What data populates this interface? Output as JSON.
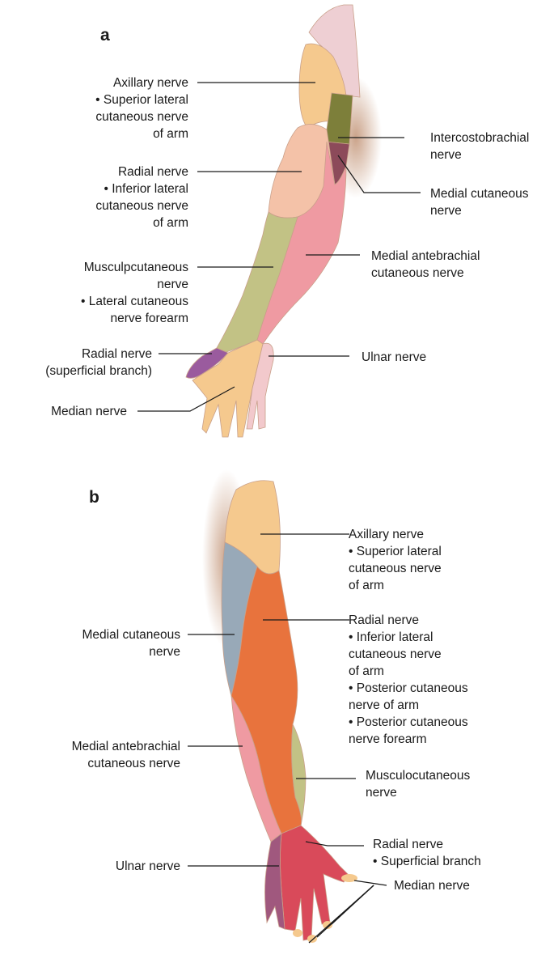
{
  "panels": [
    {
      "letter": "a",
      "labels": [
        {
          "id": "a-axillary",
          "lines": [
            "Axillary nerve",
            "• Superior lateral",
            "cutaneous nerve",
            "of arm"
          ]
        },
        {
          "id": "a-radial",
          "lines": [
            "Radial nerve",
            "• Inferior lateral",
            "cutaneous nerve",
            "of arm"
          ]
        },
        {
          "id": "a-musculo",
          "lines": [
            "Musculpcutaneous",
            "nerve",
            "• Lateral cutaneous",
            "nerve forearm"
          ]
        },
        {
          "id": "a-radial-sup",
          "lines": [
            "Radial nerve",
            "(superficial branch)"
          ]
        },
        {
          "id": "a-median",
          "lines": [
            "Median nerve"
          ]
        },
        {
          "id": "a-intercosto",
          "lines": [
            "Intercostobrachial",
            "nerve"
          ]
        },
        {
          "id": "a-medial-cut",
          "lines": [
            "Medial cutaneous",
            "nerve"
          ]
        },
        {
          "id": "a-medial-ante",
          "lines": [
            "Medial antebrachial",
            "cutaneous nerve"
          ]
        },
        {
          "id": "a-ulnar",
          "lines": [
            "Ulnar nerve"
          ]
        }
      ]
    },
    {
      "letter": "b",
      "labels": [
        {
          "id": "b-axillary",
          "lines": [
            "Axillary nerve",
            "• Superior lateral",
            "cutaneous nerve",
            "of arm"
          ]
        },
        {
          "id": "b-radial",
          "lines": [
            "Radial nerve",
            "• Inferior lateral",
            "cutaneous nerve",
            "of arm",
            "• Posterior cutaneous",
            "nerve of arm",
            "• Posterior cutaneous",
            "nerve forearm"
          ]
        },
        {
          "id": "b-medial-cut",
          "lines": [
            "Medial cutaneous",
            "nerve"
          ]
        },
        {
          "id": "b-medial-ante",
          "lines": [
            "Medial antebrachial",
            "cutaneous nerve"
          ]
        },
        {
          "id": "b-musculo",
          "lines": [
            "Musculocutaneous",
            "nerve"
          ]
        },
        {
          "id": "b-radial-sup",
          "lines": [
            "Radial nerve",
            "• Superficial branch"
          ]
        },
        {
          "id": "b-median",
          "lines": [
            "Median nerve"
          ]
        },
        {
          "id": "b-ulnar",
          "lines": [
            "Ulnar nerve"
          ]
        }
      ]
    }
  ],
  "colors": {
    "axillary": "#f5c98e",
    "radial_a": "#f4c2a8",
    "radial_b": "#e8733d",
    "intercosto": "#7d7f3a",
    "medial_cut_a": "#8c4a5a",
    "medial_cut_b": "#98a9b8",
    "medial_ante": "#ef9aa2",
    "musculo": "#c2c285",
    "radial_sup": "#9a5b9e",
    "median": "#f5c98e",
    "ulnar_a": "#f2c9cc",
    "ulnar_b": "#a0587e",
    "shoulder_cap": "#eecfd3",
    "hand_b": "#d94a5a"
  }
}
